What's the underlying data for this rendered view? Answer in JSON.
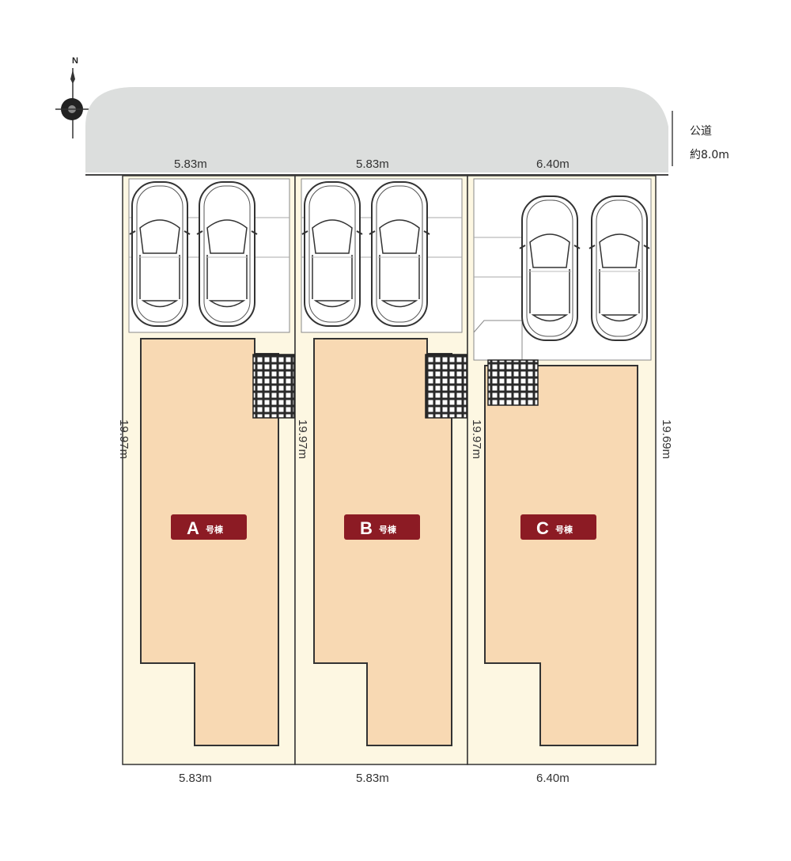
{
  "compass": {
    "north_label": "N"
  },
  "road": {
    "label_line1": "公道",
    "label_line2": "約8.0m"
  },
  "lots": [
    {
      "top_width": "5.83m",
      "bottom_width": "5.83m",
      "depth": "19.97m",
      "house_letter": "A",
      "house_suffix": "号棟"
    },
    {
      "top_width": "5.83m",
      "bottom_width": "5.83m",
      "depth": "19.97m",
      "house_letter": "B",
      "house_suffix": "号棟"
    },
    {
      "top_width": "6.40m",
      "bottom_width": "6.40m",
      "depth": "19.97m",
      "house_letter": "C",
      "house_suffix": "号棟"
    }
  ],
  "right_depth": "19.69m",
  "colors": {
    "road": "#dcdedd",
    "lot": "#fdf7e2",
    "building": "#f8d9b3",
    "badge": "#8c1b24",
    "outline": "#333333"
  }
}
